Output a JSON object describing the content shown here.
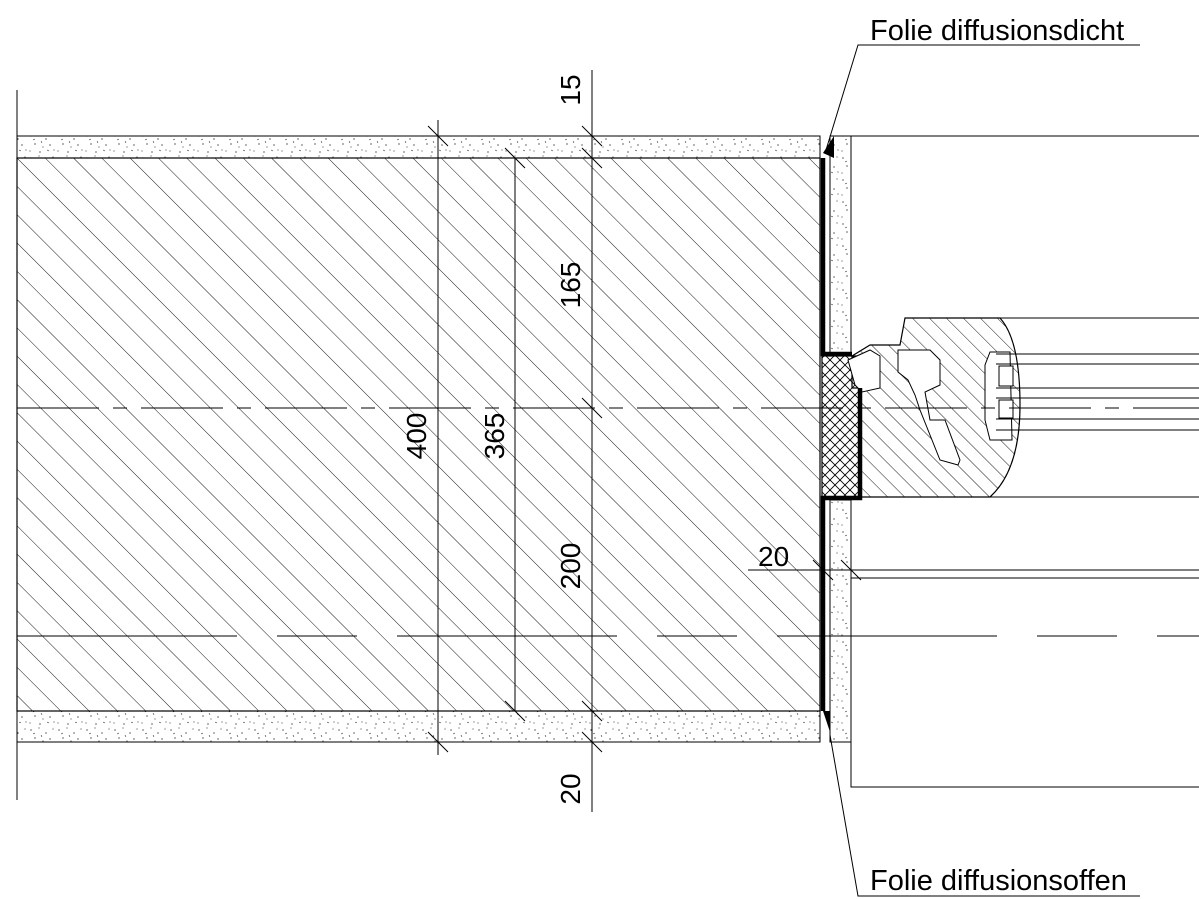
{
  "labels": {
    "top_callout": "Folie diffusionsdicht",
    "bottom_callout": "Folie diffusionsoffen"
  },
  "dimensions": {
    "d_15": "15",
    "d_165": "165",
    "d_400": "400",
    "d_365": "365",
    "d_200": "200",
    "d_20_side": "20",
    "d_20_bottom": "20"
  }
}
